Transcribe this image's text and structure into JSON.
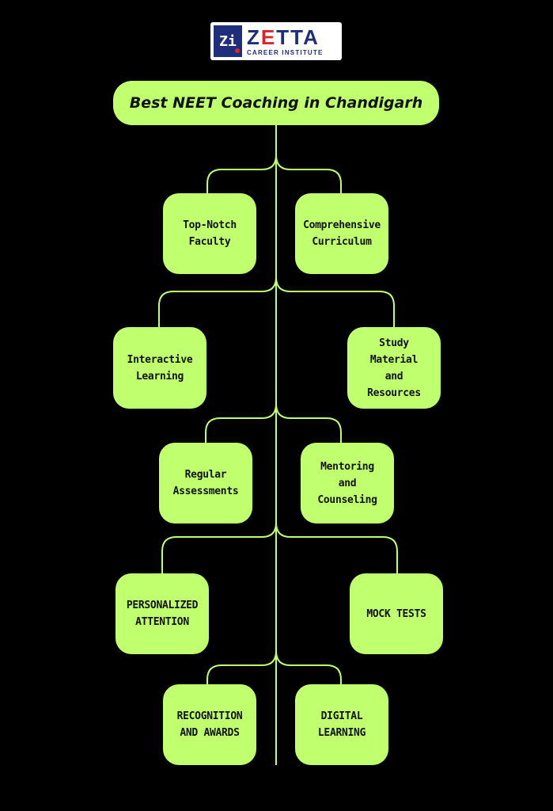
{
  "logo": {
    "name_prefix": "Z",
    "name_accent": "E",
    "name_suffix": "TTA",
    "subtitle": "CAREER INSTITUTE",
    "mark": "Zi"
  },
  "title": "Best NEET Coaching in Chandigarh",
  "nodes": [
    {
      "label": "Top-Notch\nFaculty",
      "side": "left"
    },
    {
      "label": "Comprehensive\nCurriculum",
      "side": "right"
    },
    {
      "label": "Interactive\nLearning",
      "side": "left"
    },
    {
      "label": "Study\nMaterial\nand\nResources",
      "side": "right"
    },
    {
      "label": "Regular\nAssessments",
      "side": "left"
    },
    {
      "label": "Mentoring\nand\nCounseling",
      "side": "right"
    },
    {
      "label": "PERSONALIZED\nATTENTION",
      "side": "left"
    },
    {
      "label": "MOCK TESTS",
      "side": "right"
    },
    {
      "label": "RECOGNITION\nAND AWARDS",
      "side": "left"
    },
    {
      "label": "DIGITAL\nLEARNING",
      "side": "right"
    }
  ],
  "colors": {
    "background": "#000000",
    "node_fill": "#c0ff6e",
    "connector": "#c0ff6e",
    "logo_blue": "#1f2e7a",
    "logo_red": "#d9252a"
  }
}
